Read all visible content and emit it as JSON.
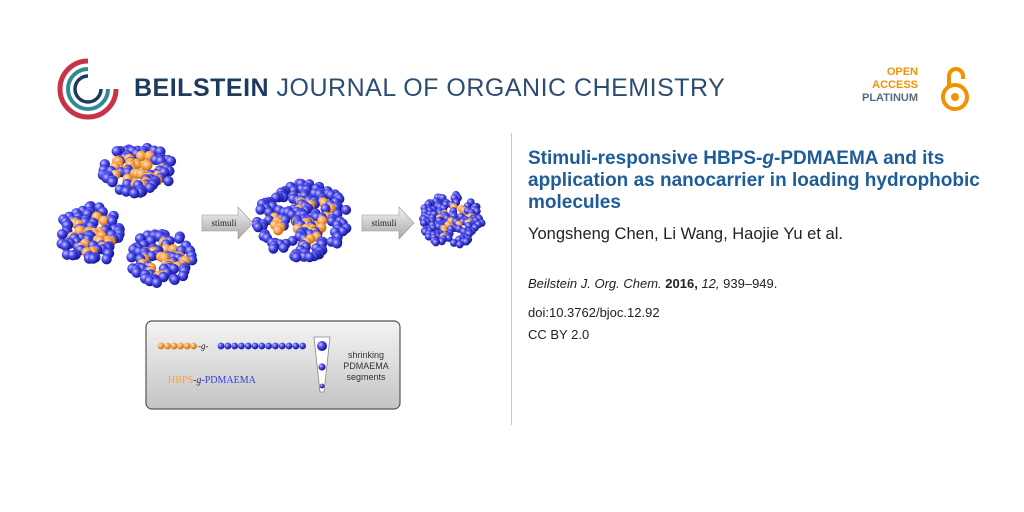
{
  "header": {
    "journal_bold": "BEILSTEIN",
    "journal_rest": "JOURNAL OF ORGANIC CHEMISTRY",
    "oa_line1": "OPEN",
    "oa_line2": "ACCESS",
    "oa_line3": "PLATINUM"
  },
  "article": {
    "title_part1": "Stimuli-responsive HBPS-",
    "title_italic": "g",
    "title_part2": "-PDMAEMA and its application as nanocarrier in loading hydrophobic molecules",
    "authors": "Yongsheng Chen, Li Wang, Haojie Yu et al.",
    "journal_abbrev": "Beilstein J. Org. Chem.",
    "year": "2016,",
    "volume": "12,",
    "pages": "939–949.",
    "doi": "doi:10.3762/bjoc.12.92",
    "license": "CC BY 2.0"
  },
  "figure": {
    "arrow1_label": "stimuli",
    "arrow2_label": "stimuli",
    "legend_g": "-g-",
    "legend_hbps": "HBPS",
    "legend_sep": "-g-",
    "legend_pdmaema": "PDMAEMA",
    "legend_shrink1": "shrinking",
    "legend_shrink2": "PDMAEMA",
    "legend_shrink3": "segments",
    "colors": {
      "orange": "#f5a04a",
      "blue": "#3a3adf",
      "title": "#1f5c99"
    }
  }
}
